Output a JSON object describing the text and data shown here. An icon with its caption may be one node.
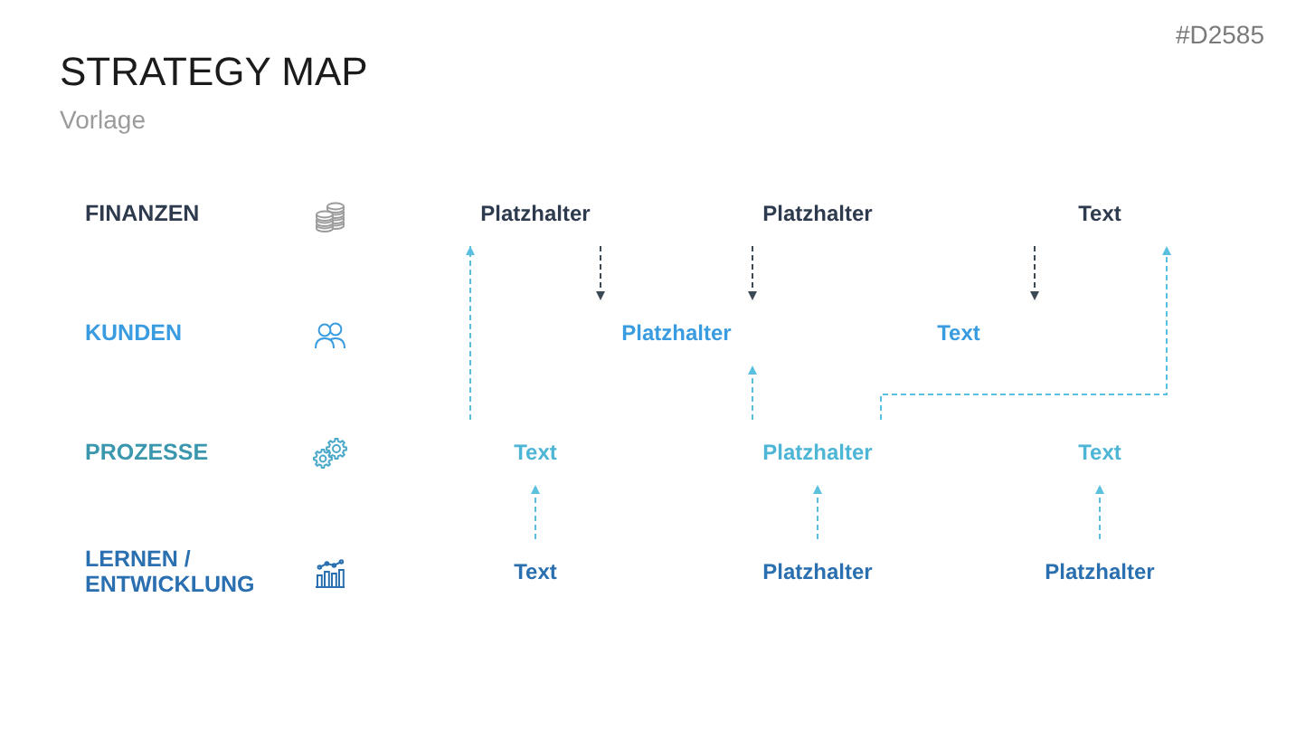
{
  "diagram": {
    "title": "STRATEGY MAP",
    "nodes": [
      {
        "text": [
          "Platzhalter"
        ]
      },
      {
        "text": [
          "Platzhalter"
        ]
      },
      {
        "text": [
          "Text"
        ]
      },
      {
        "text": [
          "Platzhalter"
        ]
      },
      {
        "text": [
          "Text"
        ]
      },
      {
        "text": [
          "Text"
        ]
      },
      {
        "text": [
          "Platzhalter"
        ]
      },
      {
        "text": [
          "Text"
        ]
      },
      {
        "text": [
          "Text"
        ]
      },
      {
        "text": [
          "Platzhalter"
        ]
      },
      {
        "text": [
          "Platzhalter"
        ]
      }
    ],
    "edges": [
      {
        "from": 0,
        "to": 3,
        "arrow": "to",
        "style": "dashed",
        "color": "#3d4855"
      },
      {
        "from": 1,
        "to": 3,
        "arrow": "to",
        "style": "dashed",
        "color": "#3d4855"
      },
      {
        "from": 2,
        "to": 4,
        "arrow": "to",
        "style": "dashed",
        "color": "#3d4855"
      },
      {
        "from": 5,
        "to": 0,
        "arrow": "to",
        "style": "dashed"
      },
      {
        "from": 6,
        "to": 3,
        "arrow": "to",
        "style": "dashed"
      },
      {
        "from": 6,
        "to": 2,
        "arrow": "to",
        "style": "dashed"
      },
      {
        "from": 8,
        "to": 5,
        "arrow": "to",
        "style": "dashed"
      },
      {
        "from": 9,
        "to": 6,
        "arrow": "to",
        "style": "dashed"
      },
      {
        "from": 10,
        "to": 7,
        "arrow": "to",
        "style": "dashed"
      }
    ],
    "labels": [
      "#D2585",
      "Vorlage",
      "FINANZEN",
      "KUNDEN",
      "PROZESSE",
      "LERNEN / ENTWICKLUNG"
    ]
  }
}
